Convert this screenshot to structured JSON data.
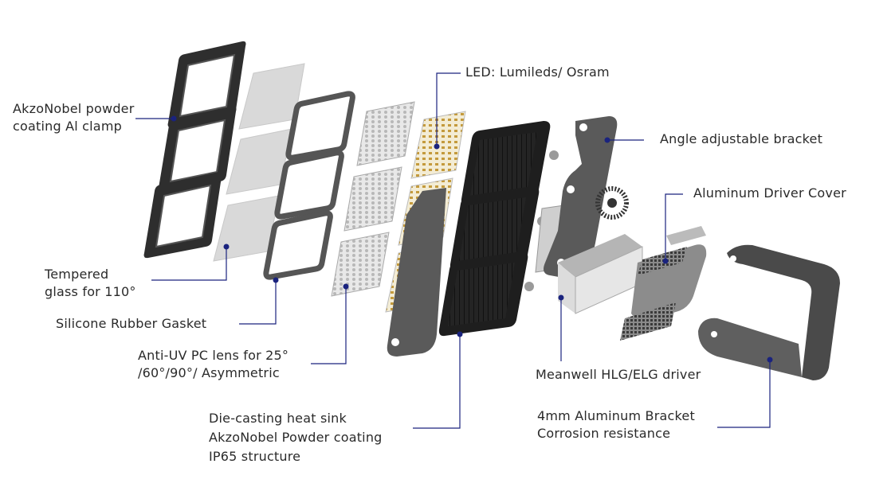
{
  "labels": {
    "clamp": [
      "AkzoNobel powder",
      "coating Al clamp"
    ],
    "glass": [
      "Tempered",
      "glass for 110°"
    ],
    "gasket": "Silicone Rubber Gasket",
    "lens": [
      "Anti-UV PC lens for 25°",
      "/60°/90°/ Asymmetric"
    ],
    "heatsink": [
      "Die-casting heat sink",
      "AkzoNobel Powder coating",
      "IP65 structure"
    ],
    "led": "LED: Lumileds/ Osram",
    "bracket_adjust": "Angle adjustable bracket",
    "driver_cover": "Aluminum Driver Cover",
    "driver": "Meanwell HLG/ELG driver",
    "bracket": [
      "4mm Aluminum Bracket",
      "Corrosion resistance"
    ]
  },
  "colors": {
    "leader": "#1a237e",
    "dot": "#1a237e",
    "text": "#2a2a2a",
    "frame": "#3a3a3a",
    "glass": "#d9d9d9",
    "heatsink": "#1f1f1f",
    "metal": "#5a5a5a",
    "led_board": "#efe6c8",
    "led_chip": "#c49a3c"
  },
  "parts": [
    "clamp-frame",
    "tempered-glass",
    "rubber-gasket",
    "pc-lens",
    "led-board",
    "heat-sink",
    "angle-bracket",
    "driver",
    "driver-cover",
    "aluminum-bracket"
  ]
}
